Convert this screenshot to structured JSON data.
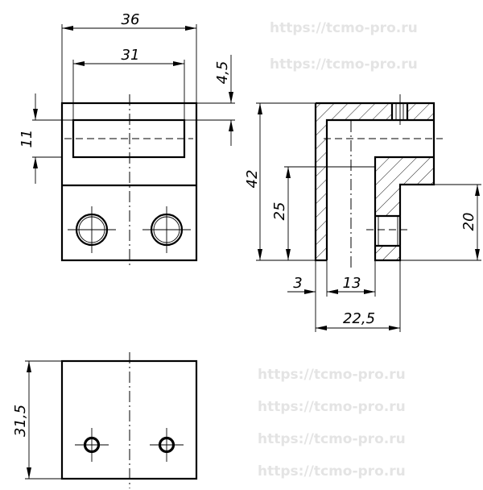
{
  "watermark": "https://tcmo-pro.ru",
  "front_view": {
    "dim_width_outer": "36",
    "dim_width_inner": "31",
    "dim_top_offset": "4,5",
    "dim_slot_height": "11"
  },
  "side_view": {
    "dim_height_total": "42",
    "dim_height_inner": "25",
    "dim_height_step": "20",
    "dim_wall": "3",
    "dim_opening": "13",
    "dim_depth": "22,5"
  },
  "bottom_view": {
    "dim_depth": "31,5"
  },
  "colors": {
    "line": "#000000",
    "watermark": "#e4e4e4"
  }
}
